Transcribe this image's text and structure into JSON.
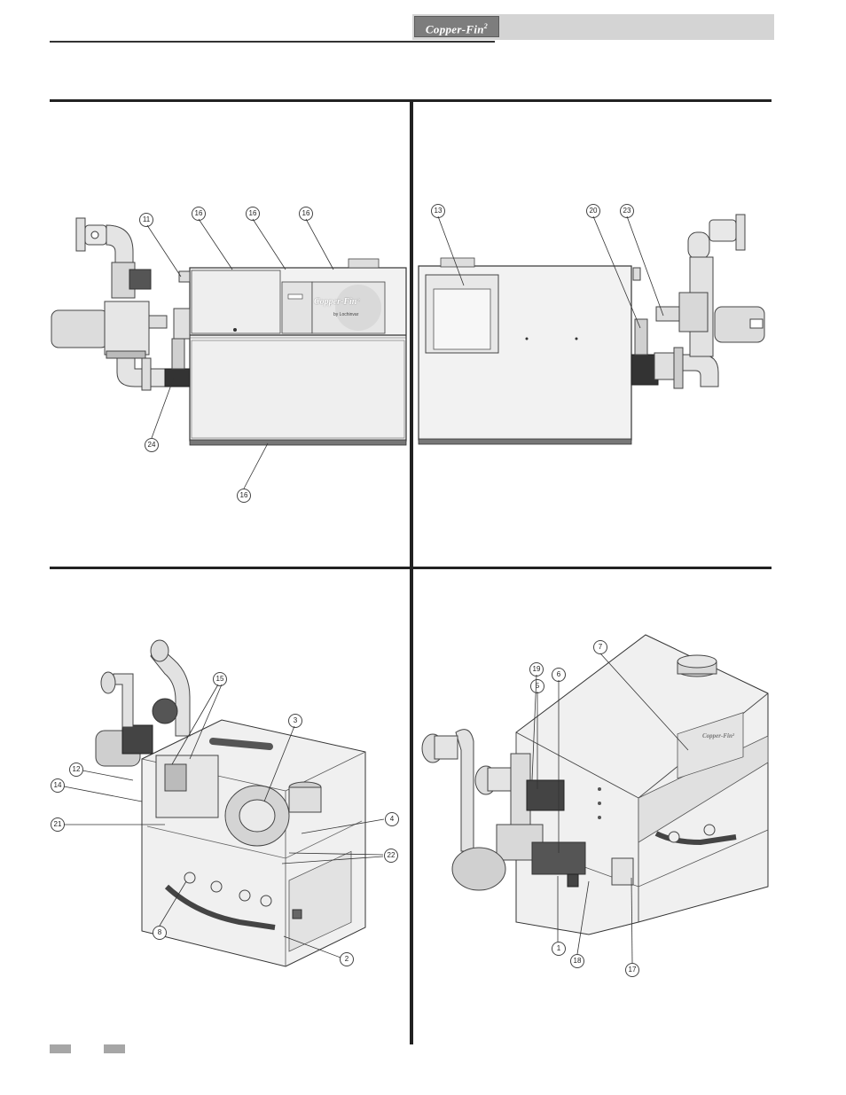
{
  "header": {
    "logo_text": "Copper-Fin",
    "logo_superscript": "2"
  },
  "panels": {
    "front_view": {
      "callouts": [
        "11",
        "16",
        "16",
        "16",
        "24",
        "16"
      ],
      "unit_logo": "Copper-Fin²",
      "unit_sublogo": "by Lochinvar"
    },
    "rear_view": {
      "callouts": [
        "13",
        "20",
        "23"
      ]
    },
    "left_interior_view": {
      "callouts": [
        "15",
        "3",
        "12",
        "14",
        "21",
        "4",
        "22",
        "8",
        "2"
      ]
    },
    "right_interior_view": {
      "callouts": [
        "7",
        "19",
        "5",
        "6",
        "1",
        "18",
        "17"
      ],
      "unit_logo": "Copper-Fin²"
    }
  },
  "colors": {
    "header_bar": "#d4d4d4",
    "logo_bg": "#7d7d7d",
    "rule": "#222222",
    "footer_block": "#a6a6a6"
  }
}
